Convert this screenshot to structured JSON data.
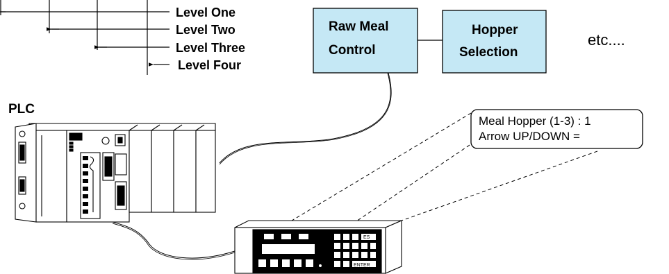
{
  "levels": [
    {
      "label": "Level One"
    },
    {
      "label": "Level Two"
    },
    {
      "label": "Level Three"
    },
    {
      "label": "Level Four"
    }
  ],
  "menu_boxes": [
    {
      "line1": "Raw Meal",
      "line2": "Control"
    },
    {
      "line1": "Hopper",
      "line2": "Selection"
    }
  ],
  "etc_text": "etc....",
  "plc_label": "PLC",
  "display_text": {
    "line1": "Meal Hopper (1-3) : 1",
    "line2": "Arrow UP/DOWN ="
  },
  "keypad": {
    "enter_label": "ENTER",
    "esc_label": "ES"
  },
  "colors": {
    "menu_box_fill": "#c5e8f5",
    "line": "#000000"
  }
}
